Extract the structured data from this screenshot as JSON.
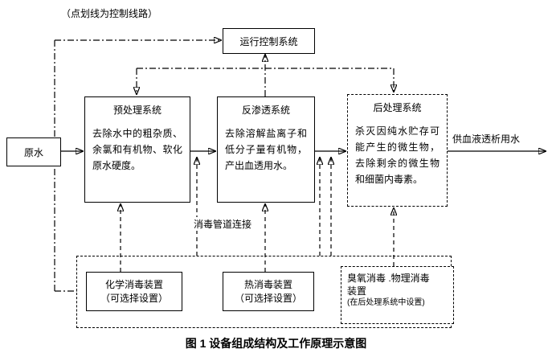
{
  "note": "（点划线为控制线路）",
  "labels": {
    "output": "供血液透析用水",
    "pipe_connection": "消毒管道连接"
  },
  "boxes": {
    "control": {
      "title": "运行控制系统"
    },
    "raw_water": {
      "title": "原水"
    },
    "pretreatment": {
      "title": "预处理系统",
      "body": "去除水中的粗杂质、余氯和有机物、软化原水硬度。"
    },
    "reverse_osmosis": {
      "title": "反渗透系统",
      "body": "去除溶解盐离子和低分子量有机物，产出血透用水。"
    },
    "post_treatment": {
      "title": "后处理系统",
      "body": "杀灭因纯水贮存可能产生的微生物，去除剩余的微生物和细菌内毒素。"
    },
    "chemical_disinfection": {
      "line1": "化学消毒装置",
      "line2": "（可选择设置）"
    },
    "thermal_disinfection": {
      "line1": "热消毒装置",
      "line2": "（可选择设置）"
    },
    "ozone_disinfection": {
      "line1": "臭氧消毒 .物理消毒",
      "line2": "装置",
      "line3": "(在后处理系统中设置)"
    }
  },
  "caption": "图 1  设备组成结构及工作原理示意图",
  "colors": {
    "line": "#000000",
    "background": "#ffffff",
    "text": "#000000"
  }
}
